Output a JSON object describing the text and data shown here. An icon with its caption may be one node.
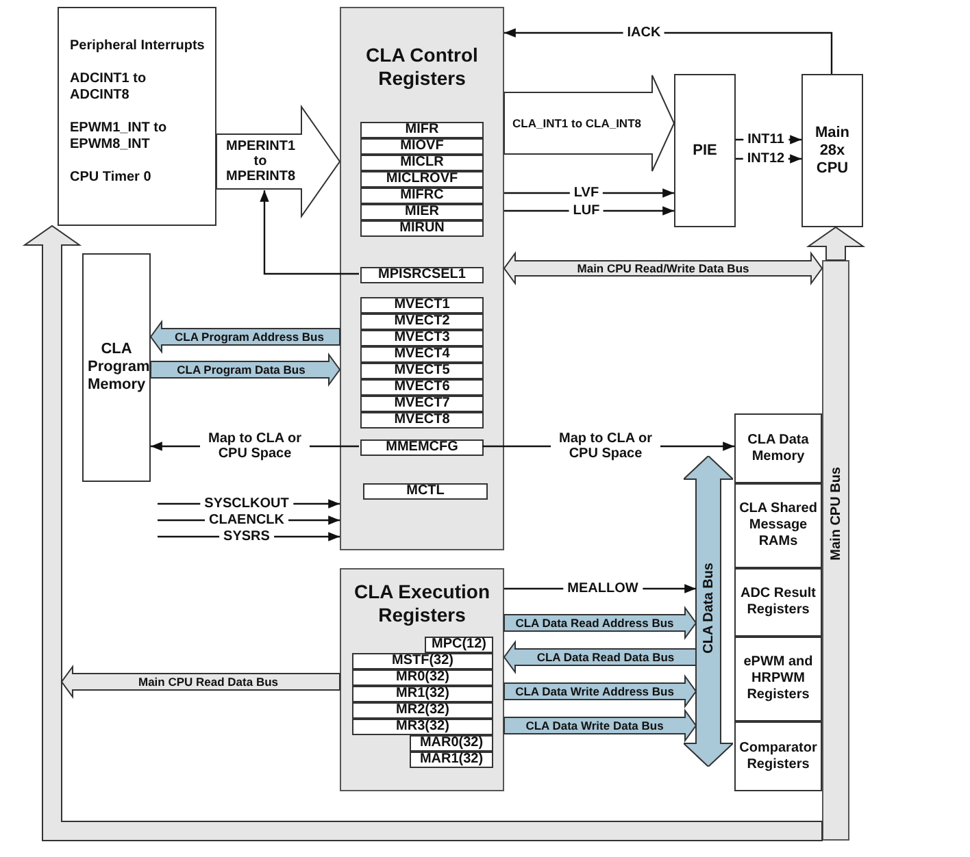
{
  "diagram": {
    "nodes": [
      {
        "text": [
          "Peripheral Interrupts",
          "ADCINT1 to ADCINT8",
          "EPWM1_INT to EPWM8_INT",
          "CPU Timer 0"
        ]
      },
      {
        "text": [
          "CLA Control Registers"
        ]
      },
      {
        "text": [
          "MIFR"
        ],
        "in": 1
      },
      {
        "text": [
          "MIOVF"
        ],
        "in": 1
      },
      {
        "text": [
          "MICLR"
        ],
        "in": 1
      },
      {
        "text": [
          "MICLROVF"
        ],
        "in": 1
      },
      {
        "text": [
          "MIFRC"
        ],
        "in": 1
      },
      {
        "text": [
          "MIER"
        ],
        "in": 1
      },
      {
        "text": [
          "MIRUN"
        ],
        "in": 1
      },
      {
        "text": [
          "MPISRCSEL1"
        ],
        "in": 1
      },
      {
        "text": [
          "MVECT1"
        ],
        "in": 1
      },
      {
        "text": [
          "MVECT2"
        ],
        "in": 1
      },
      {
        "text": [
          "MVECT3"
        ],
        "in": 1
      },
      {
        "text": [
          "MVECT4"
        ],
        "in": 1
      },
      {
        "text": [
          "MVECT5"
        ],
        "in": 1
      },
      {
        "text": [
          "MVECT6"
        ],
        "in": 1
      },
      {
        "text": [
          "MVECT7"
        ],
        "in": 1
      },
      {
        "text": [
          "MVECT8"
        ],
        "in": 1
      },
      {
        "text": [
          "MMEMCFG"
        ],
        "in": 1
      },
      {
        "text": [
          "MCTL"
        ],
        "in": 1
      },
      {
        "text": [
          "PIE"
        ]
      },
      {
        "text": [
          "Main 28x CPU"
        ]
      },
      {
        "text": [
          "CLA Program Memory"
        ]
      },
      {
        "text": [
          "CLA Execution Registers"
        ]
      },
      {
        "text": [
          "MPC(12)"
        ],
        "in": 23
      },
      {
        "text": [
          "MSTF(32)"
        ],
        "in": 23
      },
      {
        "text": [
          "MR0(32)"
        ],
        "in": 23
      },
      {
        "text": [
          "MR1(32)"
        ],
        "in": 23
      },
      {
        "text": [
          "MR2(32)"
        ],
        "in": 23
      },
      {
        "text": [
          "MR3(32)"
        ],
        "in": 23
      },
      {
        "text": [
          "MAR0(32)"
        ],
        "in": 23
      },
      {
        "text": [
          "MAR1(32)"
        ],
        "in": 23
      },
      {
        "text": [
          "CLA Data Bus"
        ]
      },
      {
        "text": [
          "CLA Data Memory"
        ]
      },
      {
        "text": [
          "CLA Shared Message RAMs"
        ]
      },
      {
        "text": [
          "ADC Result Registers"
        ]
      },
      {
        "text": [
          "ePWM and HRPWM Registers"
        ]
      },
      {
        "text": [
          "Comparator Registers"
        ]
      },
      {
        "text": [
          "Main CPU Bus"
        ]
      }
    ],
    "edges": [
      {
        "from": 38,
        "to": 0,
        "arrow": "to",
        "style": "thick",
        "color": "#e6e6e6"
      },
      {
        "from": 38,
        "to": 21,
        "arrow": "to",
        "style": "thick",
        "color": "#e6e6e6"
      },
      {
        "from": 0,
        "to": 1,
        "arrow": "to",
        "label": "MPERINT1 to MPERINT8",
        "style": "thick"
      },
      {
        "from": 9,
        "to": null,
        "arrow": "to"
      },
      {
        "from": 21,
        "to": 1,
        "arrow": "to",
        "label": "IACK"
      },
      {
        "from": 1,
        "to": 20,
        "arrow": "to",
        "label": "CLA_INT1 to CLA_INT8",
        "style": "thick"
      },
      {
        "from": 1,
        "to": 20,
        "arrow": "to",
        "label": "LVF"
      },
      {
        "from": 1,
        "to": 20,
        "arrow": "to",
        "label": "LUF"
      },
      {
        "from": 20,
        "to": 21,
        "arrow": "to",
        "label": "INT11"
      },
      {
        "from": 20,
        "to": 21,
        "arrow": "to",
        "label": "INT12"
      },
      {
        "from": 1,
        "to": 38,
        "arrow": "both",
        "label": "Main CPU Read/Write Data Bus",
        "style": "thick",
        "color": "#e6e6e6"
      },
      {
        "from": 1,
        "to": 22,
        "arrow": "to",
        "label": "CLA Program Address Bus",
        "style": "thick",
        "color": "#a9c8d8"
      },
      {
        "from": 22,
        "to": 1,
        "arrow": "to",
        "label": "CLA Program Data Bus",
        "style": "thick",
        "color": "#a9c8d8"
      },
      {
        "from": 18,
        "to": 22,
        "arrow": "to",
        "label": "Map to CLA or CPU Space"
      },
      {
        "from": 18,
        "to": 33,
        "arrow": "to",
        "label": "Map to CLA or CPU Space"
      },
      {
        "from": null,
        "to": 1,
        "arrow": "to",
        "label": "SYSCLKOUT"
      },
      {
        "from": null,
        "to": 1,
        "arrow": "to",
        "label": "CLAENCLK"
      },
      {
        "from": null,
        "to": 1,
        "arrow": "to",
        "label": "SYSRS"
      },
      {
        "from": 23,
        "to": 32,
        "arrow": "to",
        "label": "MEALLOW"
      },
      {
        "from": 23,
        "to": 32,
        "arrow": "to",
        "label": "CLA Data Read Address Bus",
        "style": "thick",
        "color": "#a9c8d8"
      },
      {
        "from": 32,
        "to": 23,
        "arrow": "to",
        "label": "CLA Data Read Data Bus",
        "style": "thick",
        "color": "#a9c8d8"
      },
      {
        "from": 23,
        "to": 32,
        "arrow": "to",
        "label": "CLA Data Write Address Bus",
        "style": "thick",
        "color": "#a9c8d8"
      },
      {
        "from": 23,
        "to": 32,
        "arrow": "to",
        "label": "CLA Data Write Data Bus",
        "style": "thick",
        "color": "#a9c8d8"
      },
      {
        "from": 23,
        "to": null,
        "arrow": "to",
        "label": "Main CPU Read Data Bus",
        "style": "thick",
        "color": "#e6e6e6"
      }
    ]
  }
}
